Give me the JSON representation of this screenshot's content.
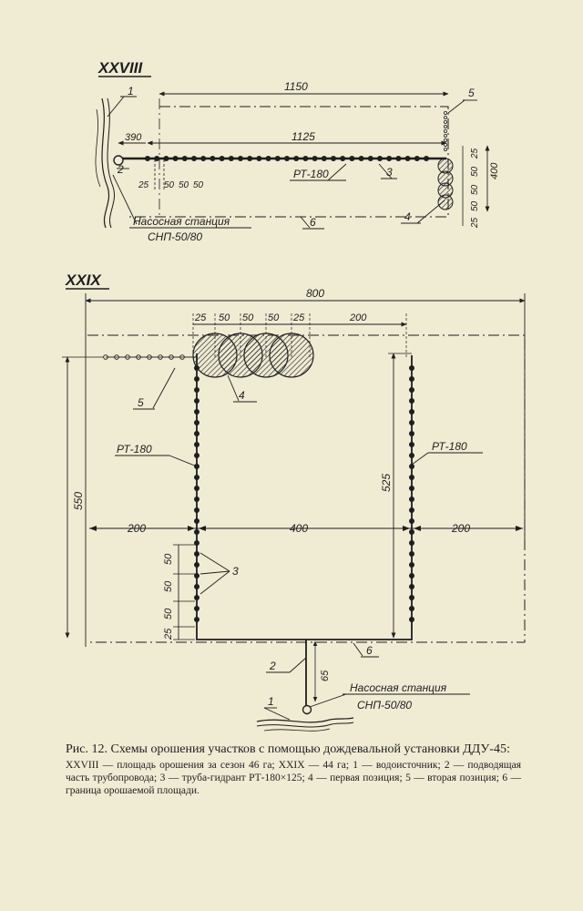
{
  "diagram_a": {
    "title": "XXVIII",
    "dims": {
      "top_len": "1150",
      "pipe_len": "1125",
      "left_len": "390",
      "steps": [
        "25",
        "50",
        "50",
        "50"
      ],
      "right_steps": [
        "25",
        "50",
        "50",
        "50",
        "25"
      ],
      "height": "400"
    },
    "labels": {
      "n1": "1",
      "n2": "2",
      "n3": "3",
      "n4": "4",
      "n5": "5",
      "n6": "6",
      "pipe": "РТ-180",
      "pump1": "Насосная станция",
      "pump2": "СНП-50/80"
    }
  },
  "diagram_b": {
    "title": "XXIX",
    "dims": {
      "width": "800",
      "top_steps": [
        "25",
        "50",
        "50",
        "50",
        "25"
      ],
      "top_right": "200",
      "height": "550",
      "inner_height": "525",
      "left": "200",
      "middle": "400",
      "right": "200",
      "left_steps": [
        "50",
        "50",
        "50",
        "25"
      ],
      "stem": "65"
    },
    "labels": {
      "n1": "1",
      "n2": "2",
      "n3": "3",
      "n4": "4",
      "n5": "5",
      "n6": "6",
      "pipe_left": "РТ-180",
      "pipe_right": "РТ-180",
      "pump1": "Насосная станция",
      "pump2": "СНП-50/80"
    }
  },
  "caption": {
    "title_line1": "Рис. 12. Схемы орошения участков с помощью дождевальной",
    "title_line2": "установки ДДУ-45:",
    "legend": "XXVIII — площадь орошения за сезон 46 га; XXIX — 44 га; 1 — водоисточник; 2 — подводящая часть трубопровода; 3 — труба-гидрант РТ-180×125; 4 — первая позиция; 5 — вторая позиция; 6 — граница орошаемой площади."
  }
}
